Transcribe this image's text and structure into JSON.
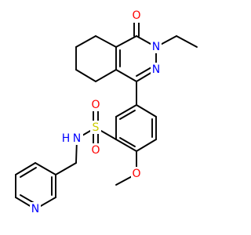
{
  "atoms": [
    {
      "id": "o_carbonyl",
      "text": "O",
      "color": "#ff0000"
    },
    {
      "id": "n_ring_2",
      "text": "N",
      "color": "#0000ff"
    },
    {
      "id": "n_ring_1",
      "text": "N",
      "color": "#0000ff"
    },
    {
      "id": "s_sulfonyl",
      "text": "S",
      "color": "#cccc00"
    },
    {
      "id": "o_sulfonyl_top",
      "text": "O",
      "color": "#ff0000"
    },
    {
      "id": "o_sulfonyl_bottom",
      "text": "O",
      "color": "#ff0000"
    },
    {
      "id": "n_sulfonamide",
      "text": "N",
      "color": "#0000ff"
    },
    {
      "id": "h_sulfonamide",
      "text": "H",
      "color": "#0000ff"
    },
    {
      "id": "o_methoxy",
      "text": "O",
      "color": "#ff0000"
    },
    {
      "id": "n_pyridine",
      "text": "N",
      "color": "#0000ff"
    }
  ]
}
